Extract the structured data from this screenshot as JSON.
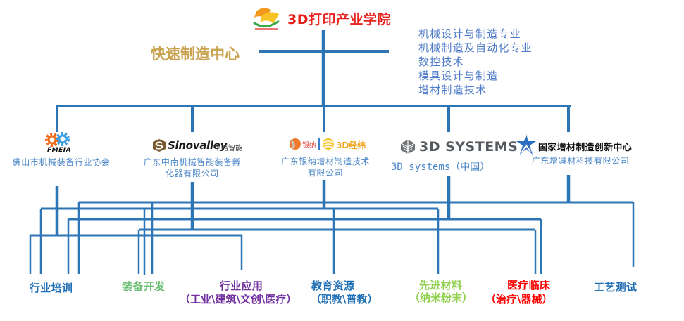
{
  "header": {
    "title": "3D打印产业学院",
    "center_label": "快速制造中心",
    "majors": [
      "机械设计与制造专业",
      "机械制造及自动化专业",
      "数控技术",
      "模具设计与制造",
      "增材制造技术"
    ]
  },
  "partners": [
    {
      "id": "fmeia",
      "logo_text": "FMEIA",
      "name_lines": [
        "佛山市机械装备行业协会"
      ]
    },
    {
      "id": "sinovalley",
      "logo_text": "Sinovalley",
      "logo_text_cn": "中峪智能",
      "name_lines": [
        "广东中南机械智能装备孵",
        "化器有限公司"
      ]
    },
    {
      "id": "yinna",
      "logo_text": "银纳",
      "logo_text_2": "3D经纬",
      "name_lines": [
        "广东银纳增材制造技术",
        "有限公司"
      ]
    },
    {
      "id": "3dsystems",
      "logo_text": "3D SYSTEMS",
      "name_lines": [
        "3D systems（中国）"
      ]
    },
    {
      "id": "national-am",
      "logo_text": "国家增材制造创新中心",
      "name_lines": [
        "广东增减材科技有限公司"
      ]
    }
  ],
  "areas": [
    {
      "title": "行业培训",
      "sub": "",
      "color": "#1f6fb5"
    },
    {
      "title": "装备开发",
      "sub": "",
      "color": "#6cbf73"
    },
    {
      "title": "行业应用",
      "sub": "（工业\\建筑\\文创\\医疗）",
      "color": "#7030a0"
    },
    {
      "title": "教育资源",
      "sub": "（职教\\普教）",
      "color": "#1f6fb5"
    },
    {
      "title": "先进材料",
      "sub": "（纳米粉末）",
      "color": "#92d050"
    },
    {
      "title": "医疗临床",
      "sub": "（治疗\\器械）",
      "color": "#ff0000"
    },
    {
      "title": "工艺测试",
      "sub": "",
      "color": "#1f6fb5"
    }
  ],
  "connections": [
    {
      "partner": "national-am",
      "areas": [
        "行业培训",
        "装备开发",
        "工艺测试"
      ]
    },
    {
      "partner": "yinna",
      "areas": [
        "行业培训",
        "装备开发",
        "教育资源",
        "先进材料"
      ]
    },
    {
      "partner": "3dsystems",
      "areas": [
        "行业培训",
        "医疗临床"
      ]
    },
    {
      "partner": "sinovalley",
      "areas": [
        "装备开发",
        "医疗临床"
      ]
    },
    {
      "partner": "fmeia",
      "areas": [
        "行业培训",
        "行业应用"
      ]
    }
  ],
  "colors": {
    "line": "#2e75b6",
    "title": "#e8231f",
    "center_label": "#c9a24f",
    "majors": "#4b79c9",
    "partner_name": "#4a86c8"
  }
}
